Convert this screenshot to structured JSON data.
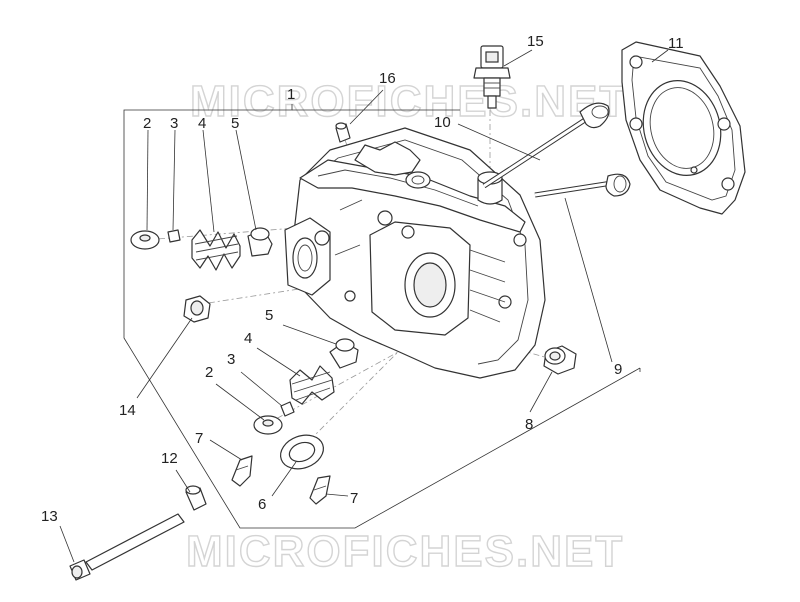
{
  "diagram": {
    "watermark": "MICROFICHES.NET",
    "callouts": [
      {
        "id": "c1",
        "label": "1"
      },
      {
        "id": "c2a",
        "label": "2"
      },
      {
        "id": "c3a",
        "label": "3"
      },
      {
        "id": "c4a",
        "label": "4"
      },
      {
        "id": "c5a",
        "label": "5"
      },
      {
        "id": "c16",
        "label": "16"
      },
      {
        "id": "c15",
        "label": "15"
      },
      {
        "id": "c11",
        "label": "11"
      },
      {
        "id": "c10",
        "label": "10"
      },
      {
        "id": "c9",
        "label": "9"
      },
      {
        "id": "c8",
        "label": "8"
      },
      {
        "id": "c5b",
        "label": "5"
      },
      {
        "id": "c4b",
        "label": "4"
      },
      {
        "id": "c3b",
        "label": "3"
      },
      {
        "id": "c2b",
        "label": "2"
      },
      {
        "id": "c14",
        "label": "14"
      },
      {
        "id": "c7a",
        "label": "7"
      },
      {
        "id": "c12",
        "label": "12"
      },
      {
        "id": "c6",
        "label": "6"
      },
      {
        "id": "c7b",
        "label": "7"
      },
      {
        "id": "c13",
        "label": "13"
      }
    ]
  }
}
